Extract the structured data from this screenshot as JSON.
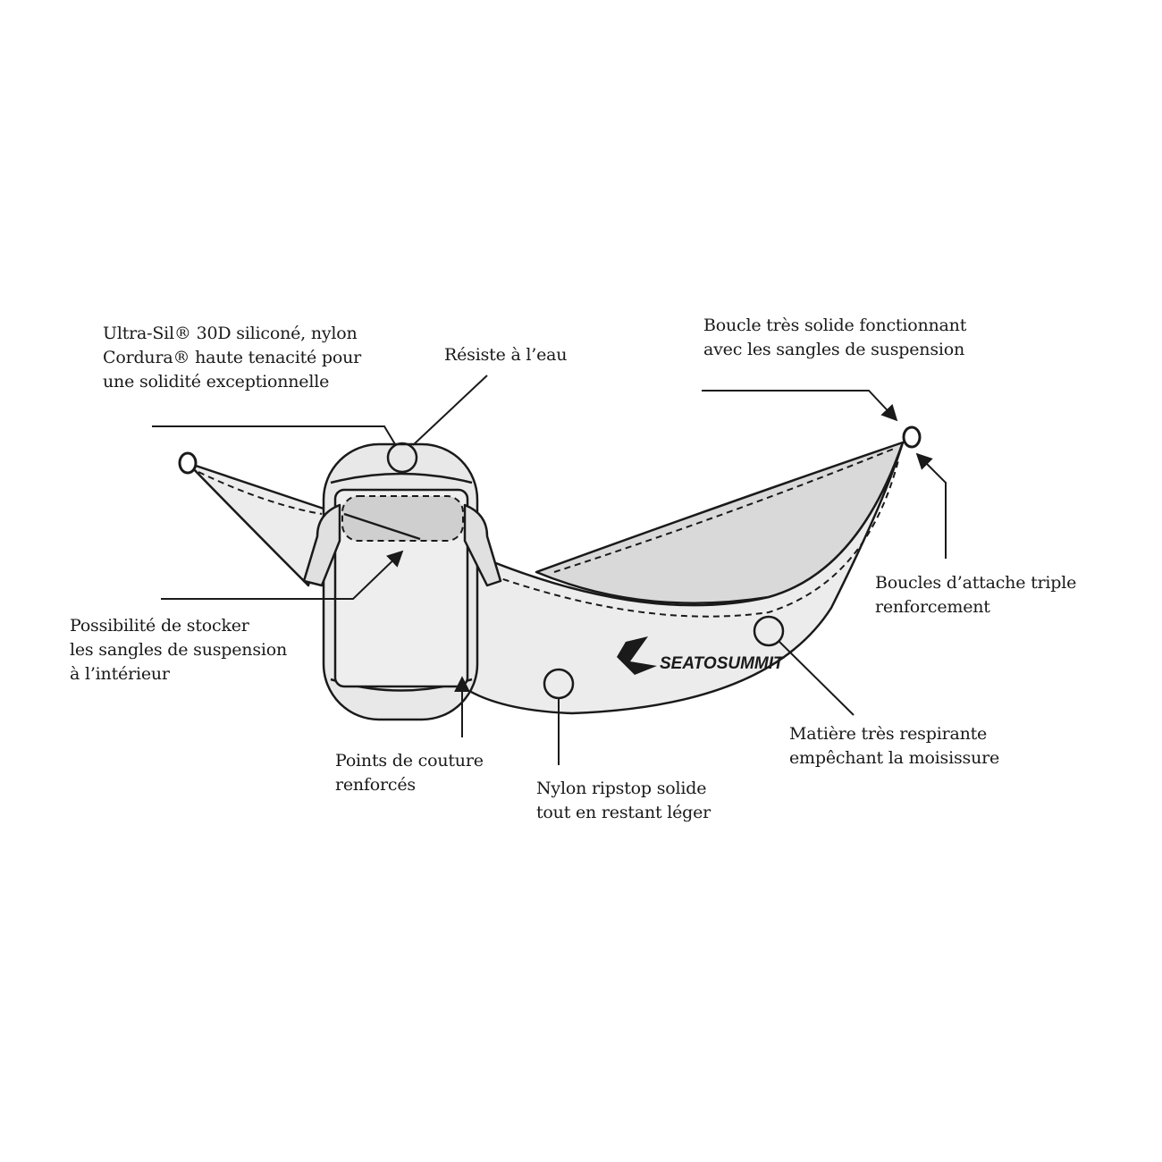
{
  "labels": {
    "ultrasil": [
      "Ultra-Sil® 30D siliconé, nylon",
      "Cordura® haute tenacité pour",
      "une solidité exceptionnelle"
    ],
    "water": [
      "Résiste à l’eau"
    ],
    "loop": [
      "Boucle très solide fonctionnant",
      "avec les sangles de suspension"
    ],
    "attach": [
      "Boucles d’attache triple",
      "renforcement"
    ],
    "storage": [
      "Possibilité de stocker",
      "les sangles de suspension",
      "à l’intérieur"
    ],
    "stitch": [
      "Points de couture",
      "renforcés"
    ],
    "ripstop": [
      "Nylon ripstop solide",
      "tout en restant léger"
    ],
    "breathable": [
      "Matière très respirante",
      "empêchant la moisissure"
    ]
  },
  "logo": {
    "text": "SEATOSUMMIT"
  },
  "colors": {
    "fill": "#ececec",
    "shade": "#d6d6d6",
    "stroke": "#1a1a1a"
  }
}
